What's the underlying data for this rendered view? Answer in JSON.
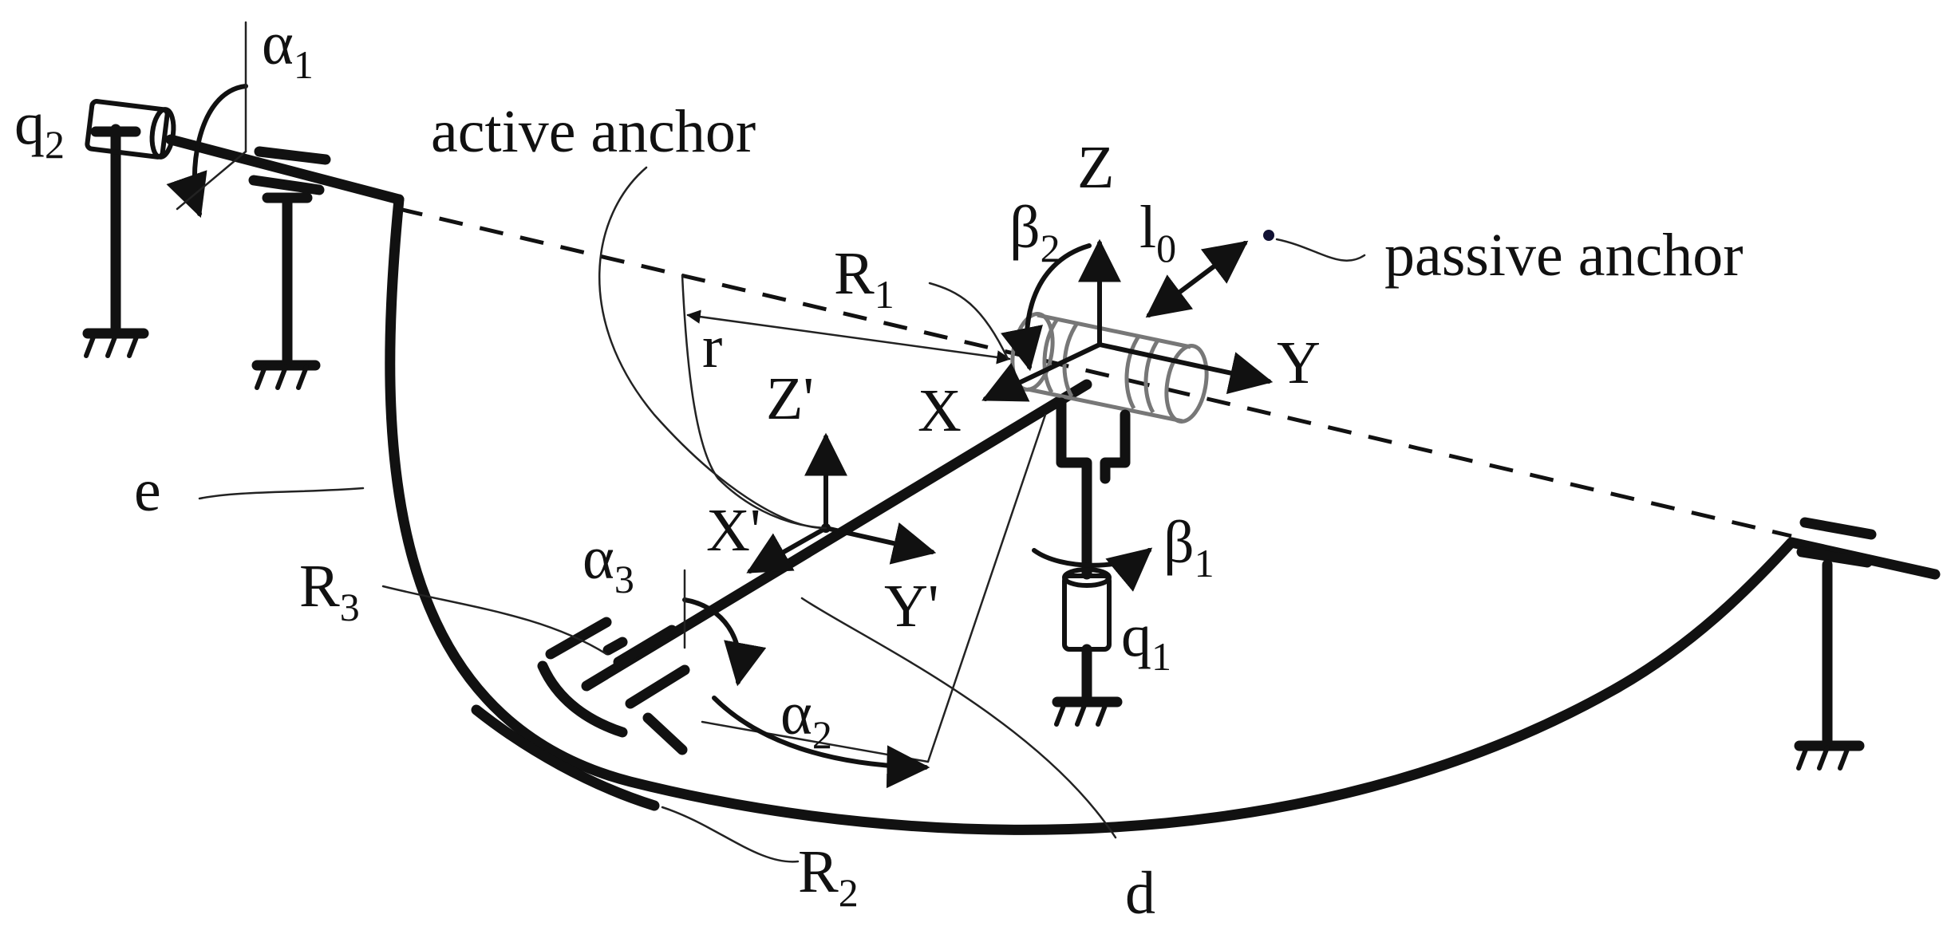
{
  "labels": {
    "q2": {
      "base": "q",
      "sub": "2"
    },
    "q1": {
      "base": "q",
      "sub": "1"
    },
    "alpha1": {
      "base": "α",
      "sub": "1"
    },
    "alpha2": {
      "base": "α",
      "sub": "2"
    },
    "alpha3": {
      "base": "α",
      "sub": "3"
    },
    "beta1": {
      "base": "β",
      "sub": "1"
    },
    "beta2": {
      "base": "β",
      "sub": "2"
    },
    "R1": {
      "base": "R",
      "sub": "1"
    },
    "R2": {
      "base": "R",
      "sub": "2"
    },
    "R3": {
      "base": "R",
      "sub": "3"
    },
    "l0": {
      "base": "l",
      "sub": "0"
    },
    "active_anchor": "active anchor",
    "passive_anchor": "passive anchor",
    "e": "e",
    "r": "r",
    "d": "d",
    "X": "X",
    "Y": "Y",
    "Z": "Z",
    "Xp": "X'",
    "Yp": "Y'",
    "Zp": "Z'"
  }
}
